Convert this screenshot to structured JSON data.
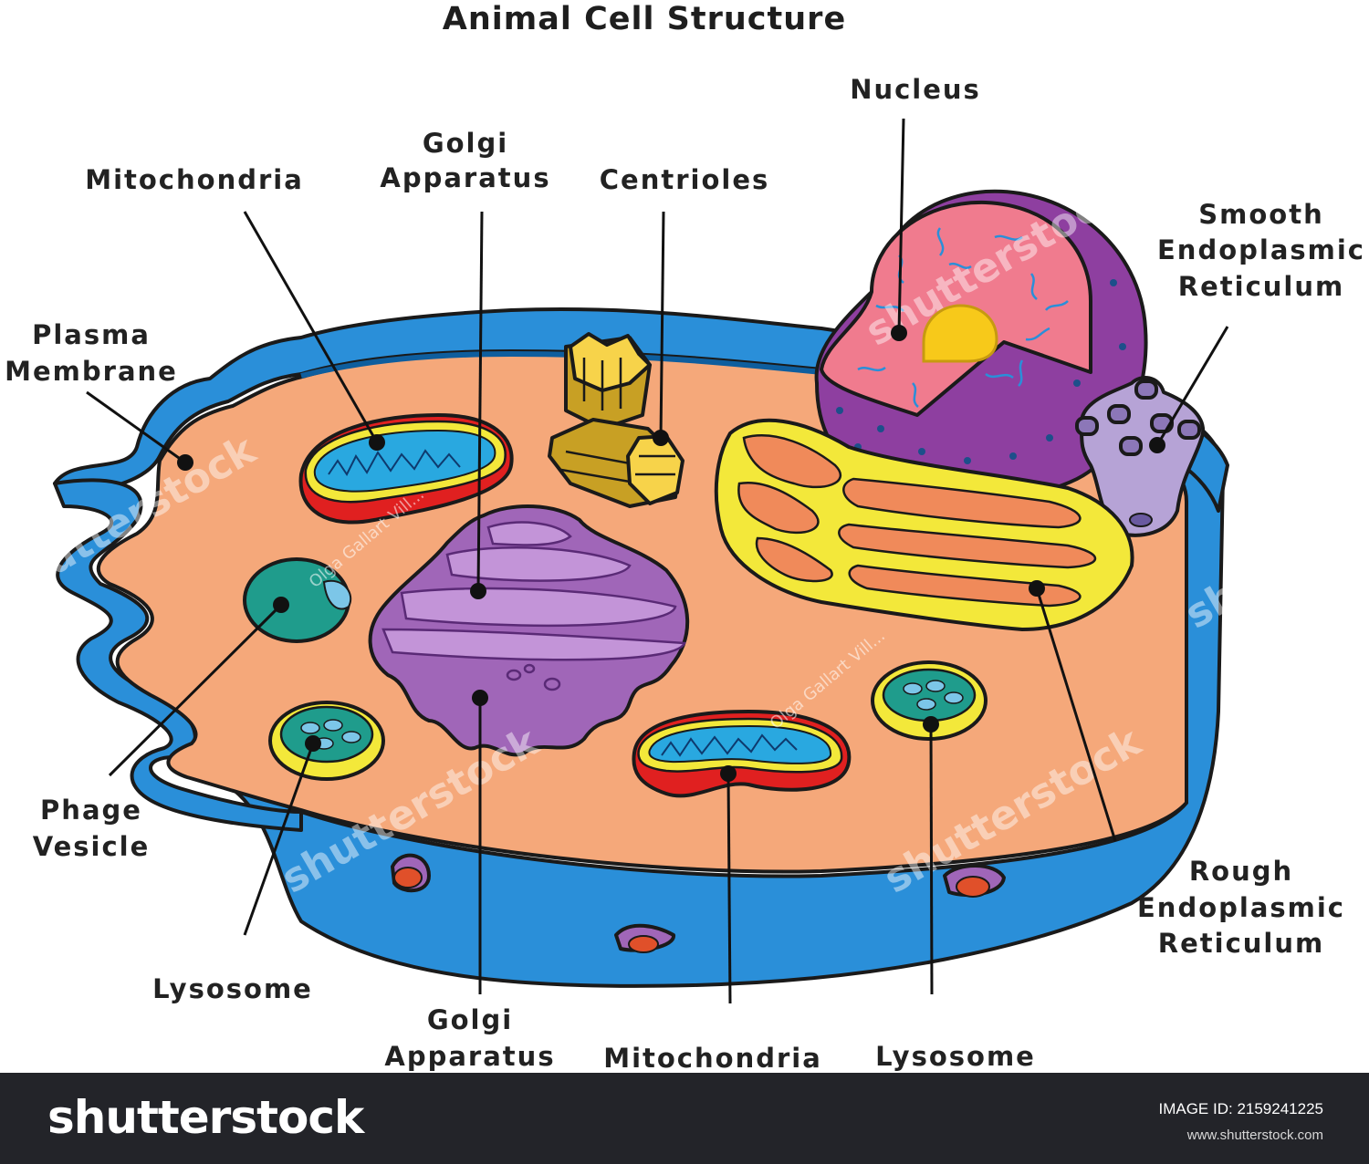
{
  "title": "Animal Cell Structure",
  "labels": {
    "nucleus": "Nucleus",
    "golgi_top": [
      "Golgi",
      "Apparatus"
    ],
    "mitochondria_top": "Mitochondria",
    "centrioles": "Centrioles",
    "smooth_er": [
      "Smooth",
      "Endoplasmic",
      "Reticulum"
    ],
    "plasma_membrane": [
      "Plasma",
      "Membrane"
    ],
    "phage_vesicle": [
      "Phage",
      "Vesicle"
    ],
    "lysosome_left": "Lysosome",
    "golgi_bottom": [
      "Golgi",
      "Apparatus"
    ],
    "mitochondria_bottom": "Mitochondria",
    "lysosome_right": "Lysosome",
    "rough_er": [
      "Rough",
      "Endoplasmic",
      "Reticulum"
    ]
  },
  "watermark": {
    "text": "shutterstock",
    "author": "Olga Gallart Vill..."
  },
  "footer": {
    "brand": "shutterstock",
    "image_id_label": "IMAGE ID: 2159241225",
    "url": "www.shutterstock.com"
  },
  "colors": {
    "membrane": "#2a8fd9",
    "cytoplasm": "#f5a87a",
    "nucleus_envelope": "#8e3fa0",
    "nucleoplasm": "#f07b8e",
    "nucleolus": "#f7c91a",
    "golgi": "#a066b8",
    "rough_er": "#f08a5a",
    "er_outline": "#f3e83a",
    "mito_outer": "#e02020",
    "mito_inner": "#29a8e0",
    "centriole": "#c8a024",
    "vesicle": "#1f9c8c",
    "footer_bg": "#232429"
  }
}
